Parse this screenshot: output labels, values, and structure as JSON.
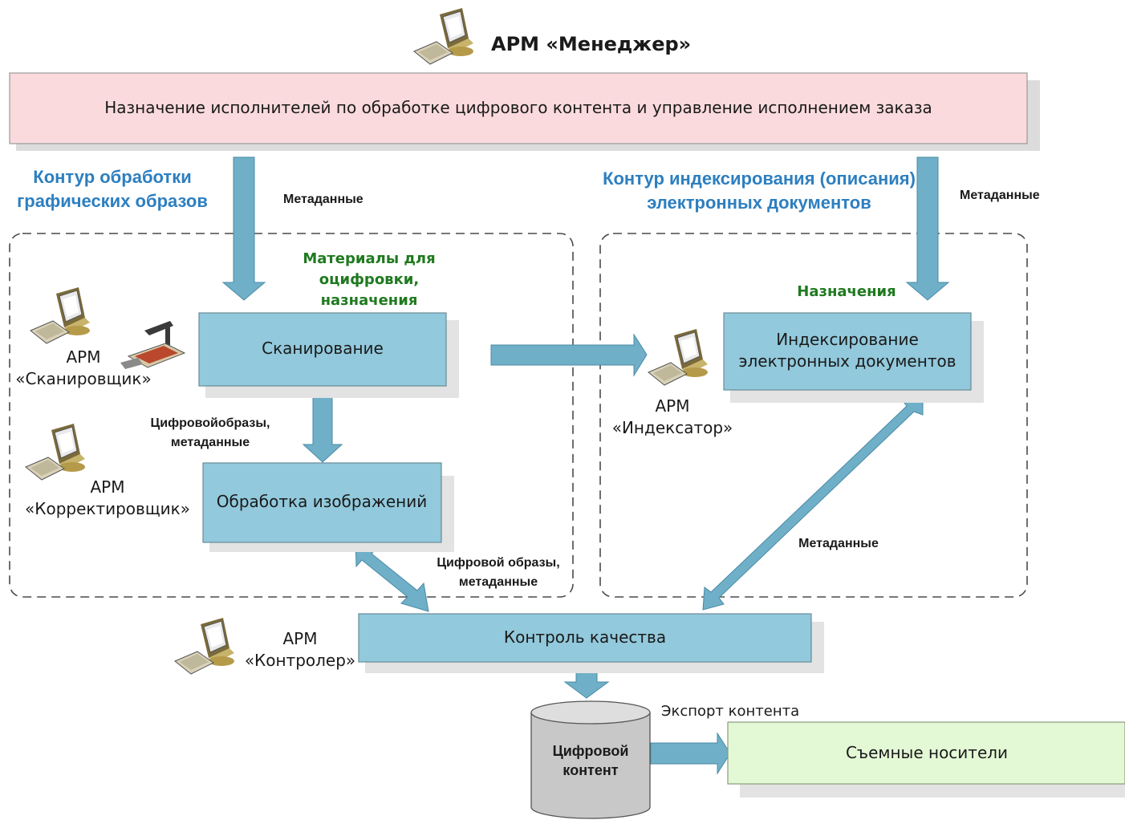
{
  "manager": {
    "title": "АРМ «Менеджер»",
    "banner": "Назначение исполнителей по обработке цифрового контента и управление исполнением заказа"
  },
  "contours": {
    "graphics_line1": "Контур обработки",
    "graphics_line2": "графических образов",
    "indexing_line1": "Контур индексирования (описания)",
    "indexing_line2": "электронных документов"
  },
  "labels": {
    "metadata_left": "Метаданные",
    "metadata_right": "Метаданные",
    "metadata_diag": "Метаданные",
    "materials_line1": "Материалы для",
    "materials_line2": "оцифровки,",
    "materials_line3": "назначения",
    "assignments": "Назначения",
    "digital_images_line1": "Цифровойобразы,",
    "digital_images_line2": "метаданные",
    "digital_images2_line1": "Цифровой образы,",
    "digital_images2_line2": "метаданные",
    "export": "Экспорт контента"
  },
  "process": {
    "scanning": "Сканирование",
    "image_processing": "Обработка изображений",
    "indexing_line1": "Индексирование",
    "indexing_line2": "электронных документов",
    "quality_control": "Контроль качества",
    "digital_content_line1": "Цифровой",
    "digital_content_line2": "контент",
    "removable_media": "Съемные носители"
  },
  "workstations": {
    "scanner_line1": "АРМ",
    "scanner_line2": "«Сканировщик»",
    "corrector_line1": "АРМ",
    "corrector_line2": "«Корректировщик»",
    "indexer_line1": "АРМ",
    "indexer_line2": "«Индексатор»",
    "controller_line1": "АРМ",
    "controller_line2": "«Контролер»"
  },
  "icons": {
    "computer": "computer-workstation-icon",
    "scanner": "book-scanner-icon"
  },
  "colors": {
    "banner_fill": "#fadadd",
    "process_fill": "#92c9dc",
    "arrow_fill": "#6fb0c8",
    "media_fill": "#e3f8d5",
    "contour_title": "#2d7fc0",
    "assignment_text": "#1f7a1f",
    "cylinder_fill": "#c8c8c8"
  }
}
